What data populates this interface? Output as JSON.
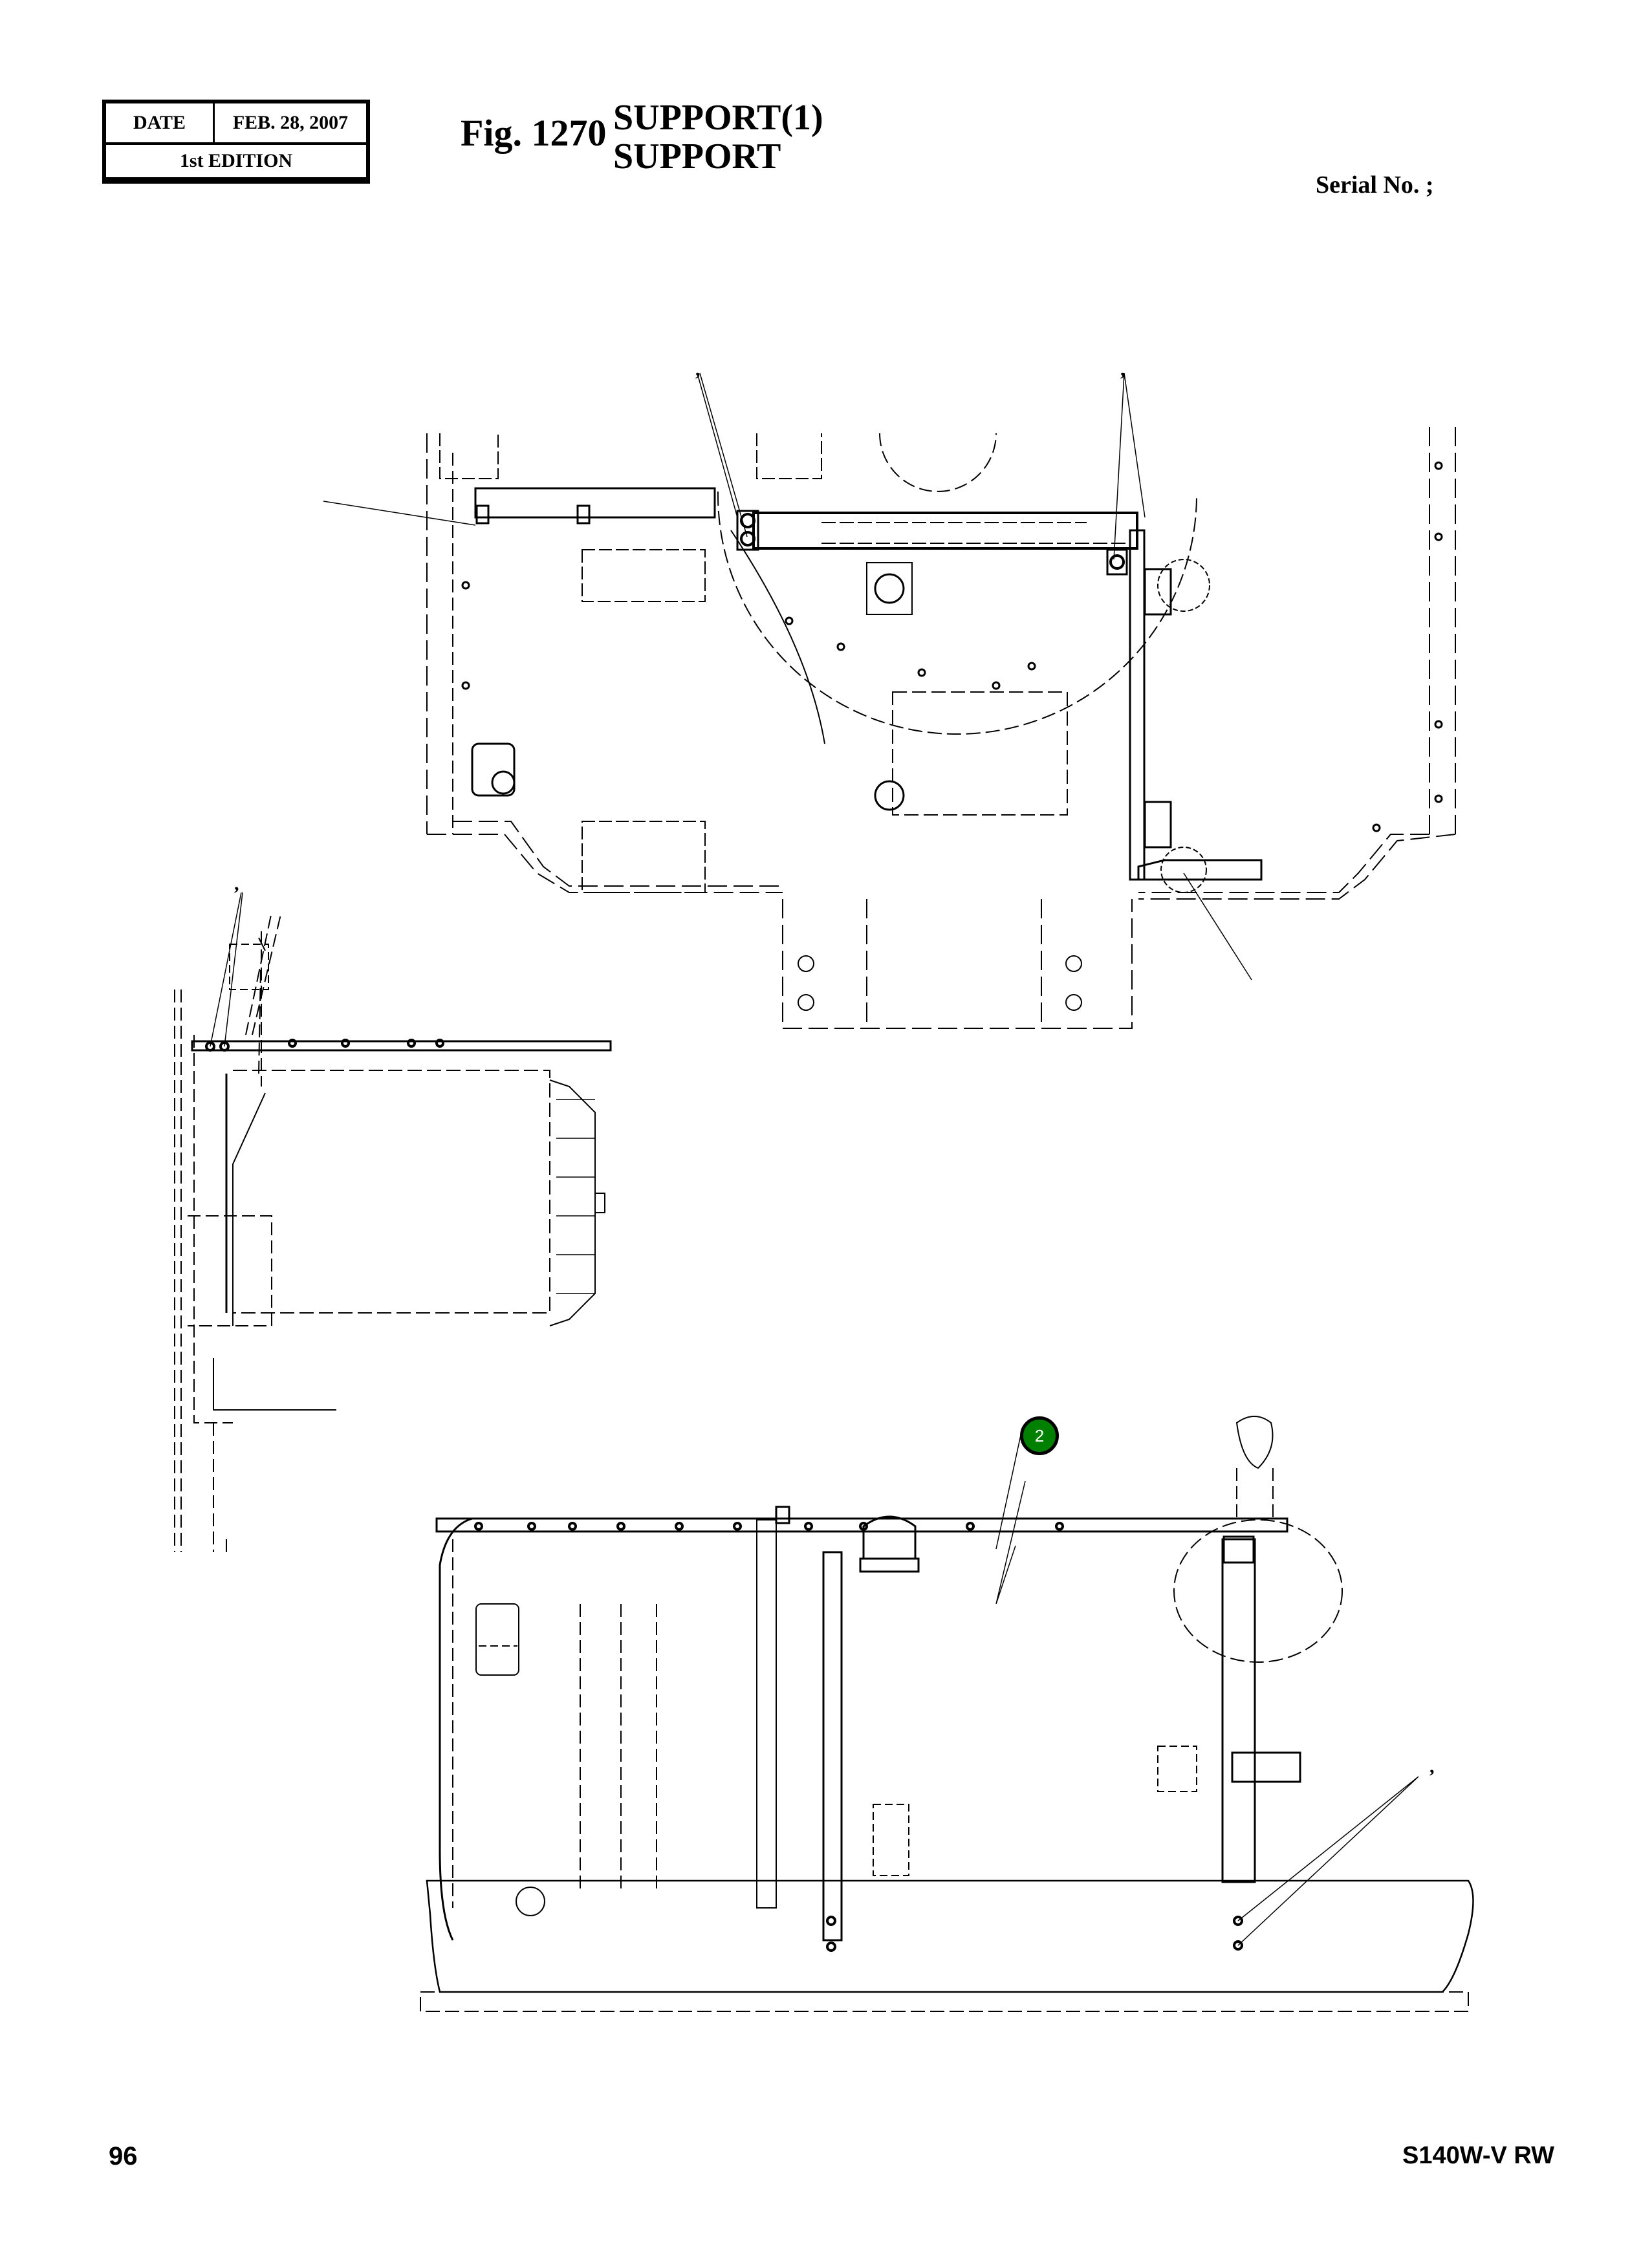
{
  "header": {
    "date_label": "DATE",
    "date_value": "FEB. 28, 2007",
    "edition": "1st EDITION",
    "fig_number": "Fig. 1270",
    "title_line1": "SUPPORT(1)",
    "title_line2": "SUPPORT",
    "serial_label": "Serial No. ;"
  },
  "callouts": [
    {
      "number": "2",
      "color": "#008000"
    }
  ],
  "leader_marks": [
    ",",
    ",",
    ",",
    ","
  ],
  "views": [
    {
      "name": "top-view",
      "description": "upper plan view of frame support"
    },
    {
      "name": "side-view-left",
      "description": "left side view with radiator"
    },
    {
      "name": "front-view-bottom",
      "description": "lower elevation view of support frame"
    }
  ],
  "footer": {
    "page_number": "96",
    "model": "S140W-V RW"
  }
}
